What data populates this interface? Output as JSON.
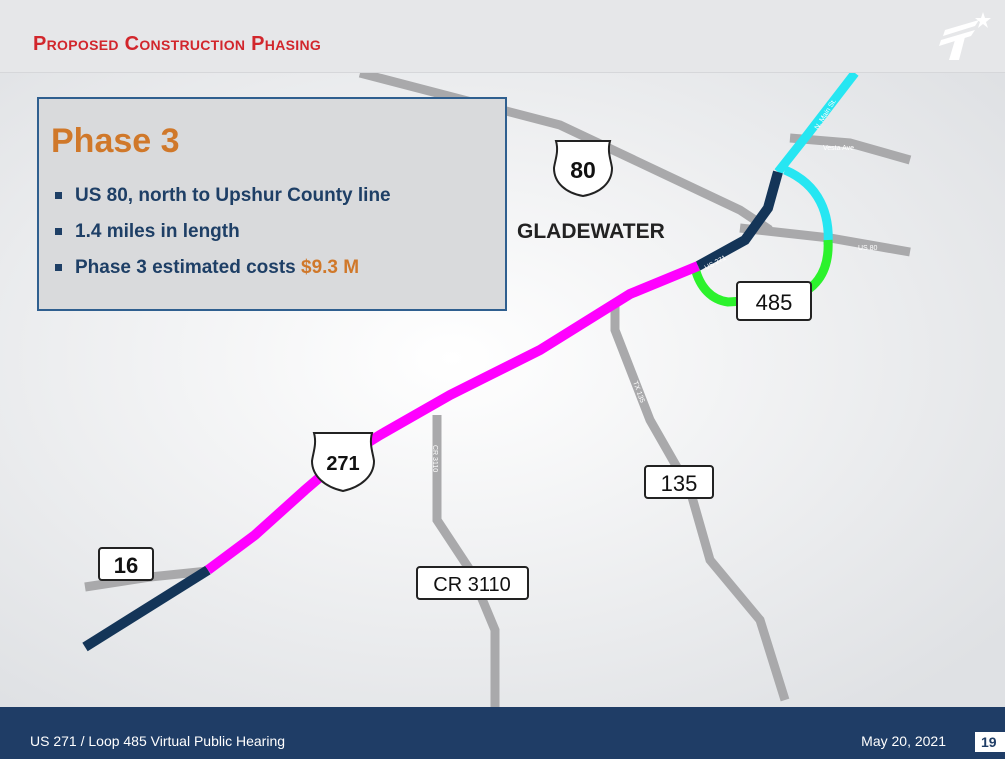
{
  "header": {
    "title": "Proposed Construction Phasing"
  },
  "info": {
    "title": "Phase 3",
    "bullets": [
      "US 80, north to Upshur County line",
      "1.4 miles in length"
    ],
    "cost_prefix": "Phase 3 estimated costs ",
    "cost_value": "$9.3 M"
  },
  "map": {
    "town": "GLADEWATER",
    "shields": {
      "us80": "80",
      "us271": "271",
      "loop485": "485",
      "fm16": "16",
      "cr3110": "CR 3110",
      "sh135": "135"
    },
    "road_labels": {
      "main_st": "N. Main St.",
      "vesta": "Vesta Ave",
      "us80": "US 80",
      "us271": "US 271",
      "tx135": "TX 135",
      "cr3110": "CR 3110"
    },
    "colors": {
      "phase3": "#ff00ff",
      "existing": "#143558",
      "loop_east": "#2cf22c",
      "loop_north": "#26e6f2",
      "roads": "#a9a9ab"
    }
  },
  "footer": {
    "text": "US 271 / Loop 485 Virtual Public Hearing",
    "date": "May 20, 2021",
    "page": "19"
  }
}
